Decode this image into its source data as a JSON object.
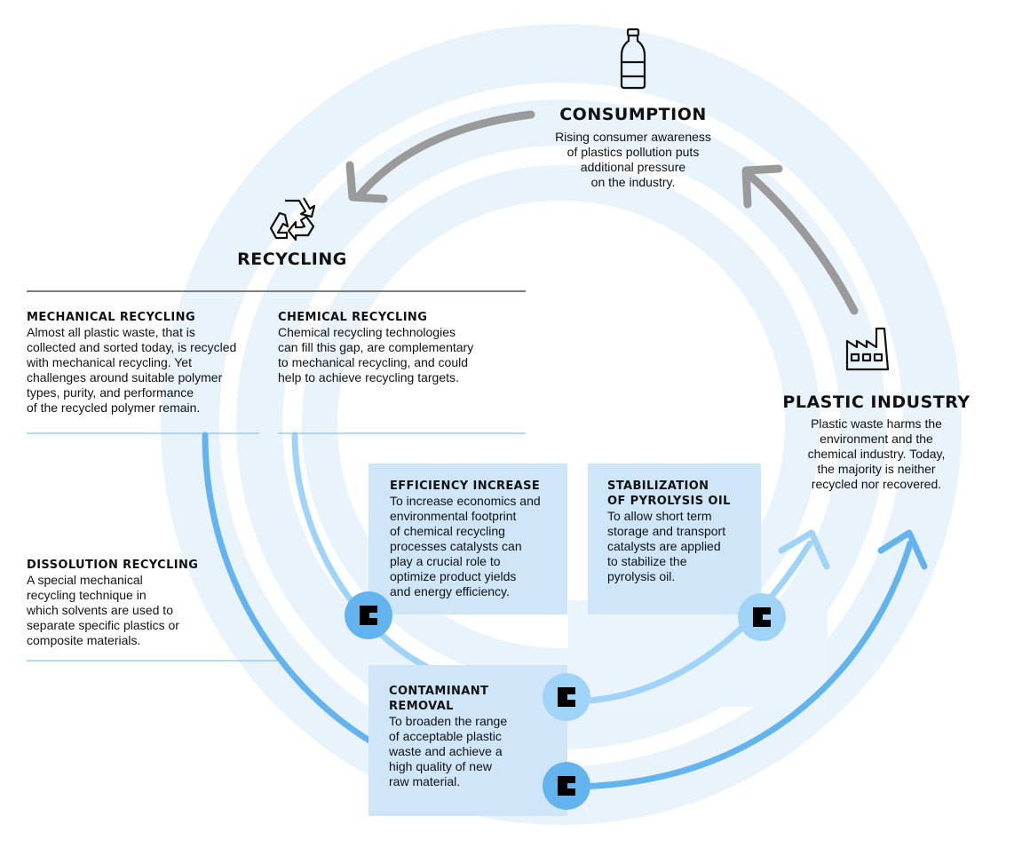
{
  "colors": {
    "ring_light": "#e8f2fb",
    "gray_arrow": "#999999",
    "blue_light": "#9fd3f7",
    "blue_medium": "#63b3ef",
    "box_fill": "#cfe6f9",
    "divider_dark": "#555555",
    "divider_blue": "#6bb8ec"
  },
  "consumption": {
    "title": "CONSUMPTION",
    "lines": [
      "Rising consumer awareness",
      "of plastics pollution puts",
      "additional pressure",
      "on the industry."
    ],
    "icon": "bottle-icon"
  },
  "recycling": {
    "title": "RECYCLING",
    "icon": "recycle-icon"
  },
  "plastic_industry": {
    "title": "PLASTIC INDUSTRY",
    "lines": [
      "Plastic waste harms the",
      "environment and the",
      "chemical industry. Today,",
      "the majority is neither",
      "recycled nor recovered."
    ],
    "icon": "factory-icon"
  },
  "mechanical": {
    "title": "MECHANICAL RECYCLING",
    "lines": [
      "Almost all plastic waste, that is",
      "collected and sorted today, is recycled",
      "with mechanical recycling. Yet",
      "challenges around suitable polymer",
      "types, purity, and performance",
      "of the recycled polymer remain."
    ]
  },
  "chemical": {
    "title": "CHEMICAL RECYCLING",
    "lines": [
      "Chemical recycling technologies",
      "can fill this gap, are complementary",
      "to mechanical recycling, and could",
      "help to achieve recycling targets."
    ]
  },
  "dissolution": {
    "title": "DISSOLUTION RECYCLING",
    "lines": [
      "A special mechanical",
      "recycling technique in",
      "which solvents are used to",
      "separate specific plastics or",
      "composite materials."
    ]
  },
  "efficiency": {
    "title": "EFFICIENCY INCREASE",
    "lines": [
      "To increase economics and",
      "environmental footprint",
      "of chemical recycling",
      "processes catalysts can",
      "play a crucial role to",
      "optimize product yields",
      "and energy efficiency."
    ]
  },
  "stabilization": {
    "title_lines": [
      "STABILIZATION",
      "OF PYROLYSIS OIL"
    ],
    "lines": [
      "To allow short term",
      "storage and transport",
      "catalysts are applied",
      "to stabilize the",
      "pyrolysis oil."
    ]
  },
  "contaminant": {
    "title_lines": [
      "CONTAMINANT",
      "REMOVAL"
    ],
    "lines": [
      "To broaden the range",
      "of acceptable plastic",
      "waste and achieve a",
      "high quality of new",
      "raw material."
    ]
  },
  "catalyst_nodes": [
    {
      "name": "catalyst-node-efficiency",
      "icon": "catalyst-icon"
    },
    {
      "name": "catalyst-node-contaminant-upper",
      "icon": "catalyst-icon"
    },
    {
      "name": "catalyst-node-stabilization",
      "icon": "catalyst-icon"
    },
    {
      "name": "catalyst-node-contaminant-lower",
      "icon": "catalyst-icon"
    }
  ]
}
